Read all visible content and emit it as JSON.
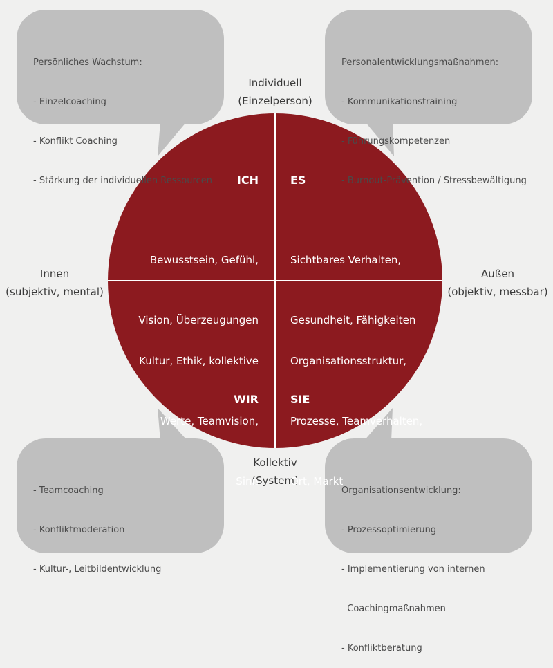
{
  "colors": {
    "background": "#f0f0ef",
    "circle": "#8c1a1f",
    "bubble": "#bfbfbf",
    "divider": "#ffffff"
  },
  "bubbles": {
    "top_left": [
      "Persönliches Wachstum:",
      "- Einzelcoaching",
      "- Konflikt Coaching",
      "- Stärkung der individuellen Ressourcen"
    ],
    "top_right": [
      "Personalentwicklungsmaßnahmen:",
      "- Kommunikationstraining",
      "- Führungskompetenzen",
      "- Burnout-Prävention / Stressbewältigung"
    ],
    "bottom_left": [
      "- Teamcoaching",
      "- Konfliktmoderation",
      "- Kultur-, Leitbildentwicklung"
    ],
    "bottom_right": [
      "Organisationsentwicklung:",
      "- Prozessoptimierung",
      "- Implementierung von internen",
      "  Coachingmaßnahmen",
      "- Konfliktberatung"
    ]
  },
  "axes": {
    "top": [
      "Individuell",
      "(Einzelperson)"
    ],
    "bottom": [
      "Kollektiv",
      "(System)"
    ],
    "left": [
      "Innen",
      "(subjektiv, mental)"
    ],
    "right": [
      "Außen",
      "(objektiv, messbar)"
    ]
  },
  "quadrants": {
    "ich": {
      "title": "ICH",
      "text": [
        "Bewusstsein, Gefühl,",
        "Vision, Überzeugungen"
      ]
    },
    "es": {
      "title": "ES",
      "text": [
        "Sichtbares Verhalten,",
        "Gesundheit, Fähigkeiten"
      ]
    },
    "wir": {
      "title": "WIR",
      "text": [
        "Kultur, Ethik, kollektive",
        "Werte, Teamvision,",
        "Sinn"
      ]
    },
    "sie": {
      "title": "SIE",
      "text": [
        "Organisationsstruktur,",
        "Prozesse, Teamverhalten,",
        "Ort, Markt"
      ]
    }
  }
}
